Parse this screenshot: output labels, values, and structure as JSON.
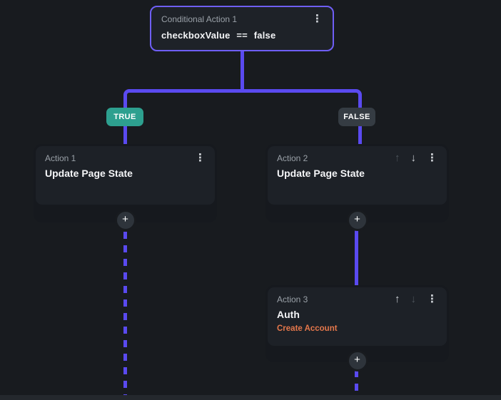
{
  "flow": {
    "conditional": {
      "label": "Conditional Action 1",
      "condition": "checkboxValue == false"
    },
    "true_badge": "TRUE",
    "false_badge": "FALSE",
    "actions": [
      {
        "label": "Action 1",
        "title": "Update Page State"
      },
      {
        "label": "Action 2",
        "title": "Update Page State"
      },
      {
        "label": "Action 3",
        "title": "Auth",
        "subtitle": "Create Account"
      }
    ]
  },
  "icons": {
    "kebab": "⋮",
    "arrow_up": "↑",
    "arrow_down": "↓",
    "plus": "+"
  },
  "colors": {
    "accent": "#5a4af0",
    "conditional_border": "#6f5ff6",
    "true_badge_bg": "#2da08f",
    "false_badge_bg": "#353c43",
    "subtitle_orange": "#e4774b",
    "canvas_bg": "#181b1f"
  }
}
